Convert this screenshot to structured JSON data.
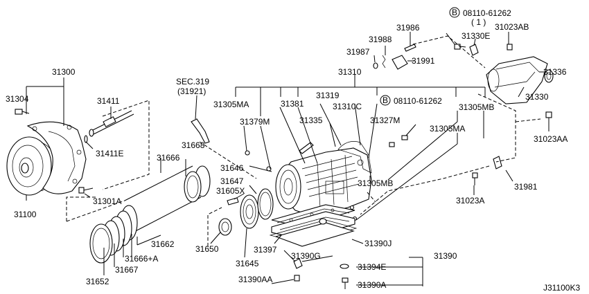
{
  "diagram_code": "J31100K3",
  "labels": {
    "p31300": "31300",
    "p31304": "31304",
    "p31100": "31100",
    "p31411": "31411",
    "p31411e": "31411E",
    "p31301a": "31301A",
    "p31666": "31666",
    "p31668": "31668",
    "p31662": "31662",
    "p31666a": "31666+A",
    "p31667": "31667",
    "p31652": "31652",
    "sec": "SEC.319",
    "sec2": "(31921)",
    "p31305ma1": "31305MA",
    "p31379m": "31379M",
    "p31381": "31381",
    "p31319": "31319",
    "p31310": "31310",
    "p31310c": "31310C",
    "p31335": "31335",
    "p31646": "31646",
    "p31647": "31647",
    "p31605x": "31605X",
    "p31650": "31650",
    "p31645": "31645",
    "p31397": "31397",
    "p31390g": "31390G",
    "p31390aa": "31390AA",
    "p31305mb1": "31305MB",
    "p31390j": "31390J",
    "p31394e": "31394E",
    "p31390a": "31390A",
    "p31390": "31390",
    "p31986": "31986",
    "p31988": "31988",
    "p31987": "31987",
    "p31991": "31991",
    "b1": "08110-61262",
    "b1q": "( 1 )",
    "p31330e": "31330E",
    "p31023ab": "31023AB",
    "p31336": "31336",
    "p31330": "31330",
    "b2": "08110-61262",
    "p31327m": "31327M",
    "p31305mb2": "31305MB",
    "p31305ma2": "31305MA",
    "p31023aa": "31023AA",
    "p31981": "31981",
    "p31023a": "31023A"
  },
  "bolt_markers": {
    "b1": "B",
    "b2": "B"
  }
}
